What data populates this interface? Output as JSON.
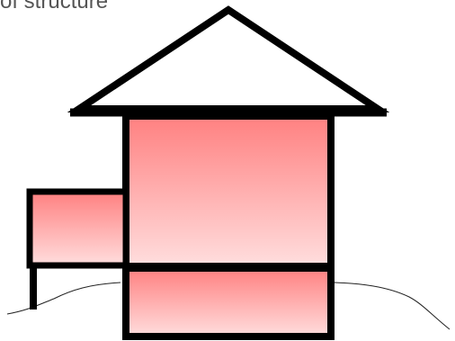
{
  "caption": "of structure",
  "colors": {
    "outline": "#000000",
    "fill_top": "#ff8080",
    "fill_bottom": "#ffdede",
    "ground": "#222222",
    "background": "#ffffff"
  },
  "parts": [
    "roof",
    "upper-floor",
    "side-annex",
    "lower-floor",
    "ground-line"
  ]
}
